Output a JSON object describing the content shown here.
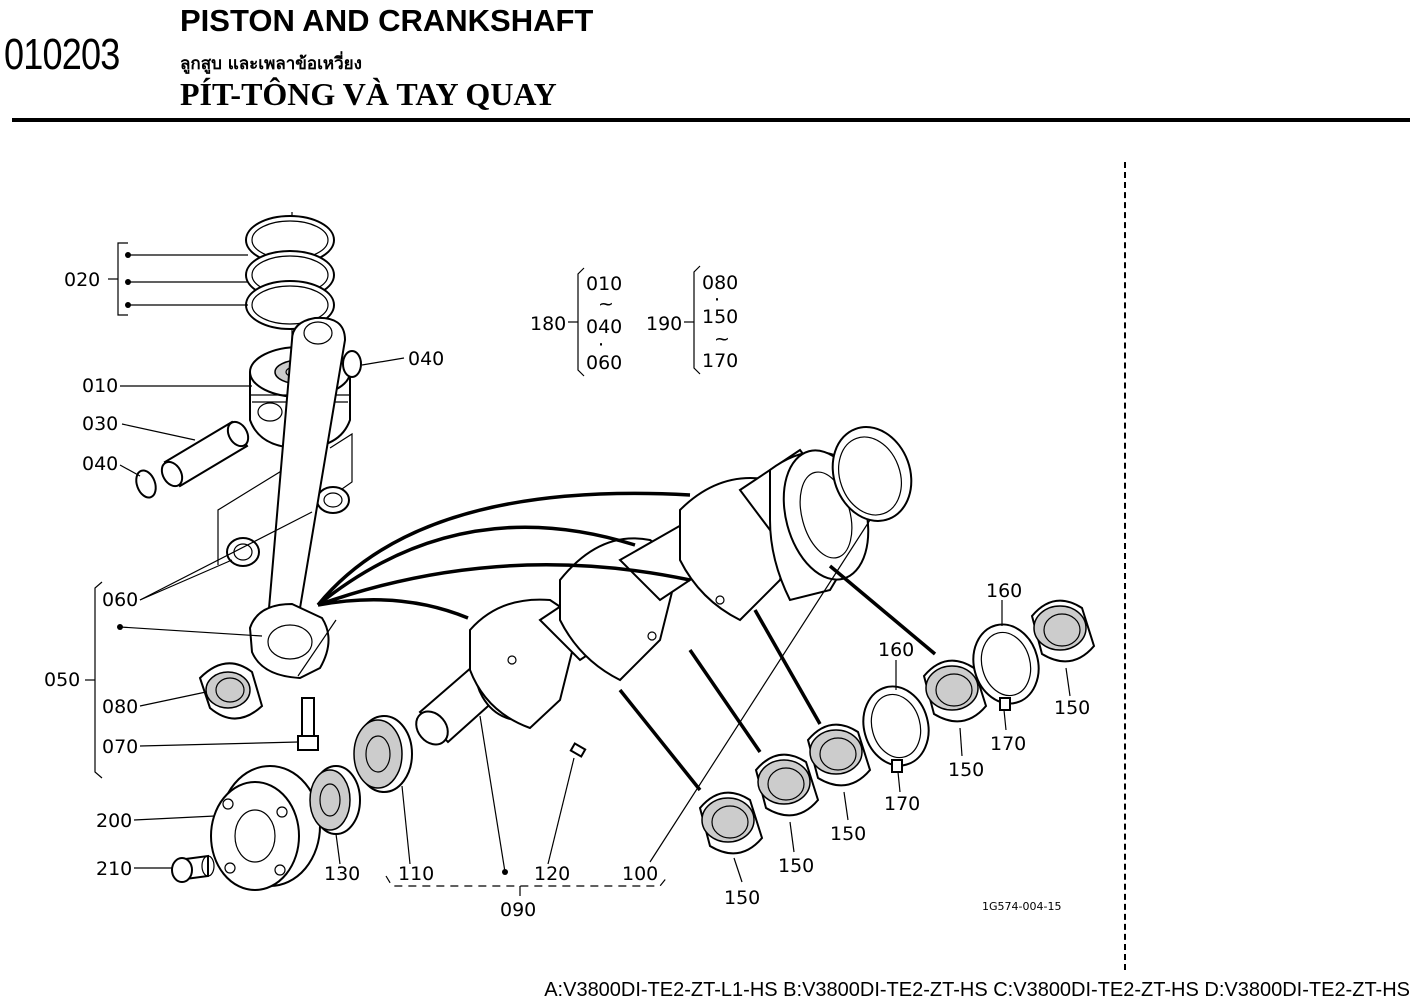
{
  "header": {
    "section_code": "010203",
    "title_en": "PISTON AND CRANKSHAFT",
    "title_th": "ลูกสูบ และเพลาข้อเหวี่ยง",
    "title_vi": "PÍT-TÔNG VÀ TAY QUAY"
  },
  "diagram": {
    "ref_number": "1G574-004-15",
    "callouts": {
      "c020": "020",
      "c010": "010",
      "c030": "030",
      "c040a": "040",
      "c040b": "040",
      "c060": "060",
      "c050": "050",
      "c080": "080",
      "c070": "070",
      "c200": "200",
      "c210": "210",
      "c130": "130",
      "c110": "110",
      "c120": "120",
      "c100": "100",
      "c090": "090",
      "c150a": "150",
      "c150b": "150",
      "c150c": "150",
      "c150d": "150",
      "c150e": "150",
      "c160a": "160",
      "c160b": "160",
      "c170a": "170",
      "c170b": "170"
    },
    "group_180": {
      "label": "180",
      "items": [
        "010",
        "~",
        "040",
        "·",
        "060"
      ]
    },
    "group_190": {
      "label": "190",
      "items": [
        "080",
        "·",
        "150",
        "~",
        "170"
      ]
    }
  },
  "footer": {
    "models": "A:V3800DI-TE2-ZT-L1-HS B:V3800DI-TE2-ZT-HS C:V3800DI-TE2-ZT-HS D:V3800DI-TE2-ZT-HS"
  }
}
